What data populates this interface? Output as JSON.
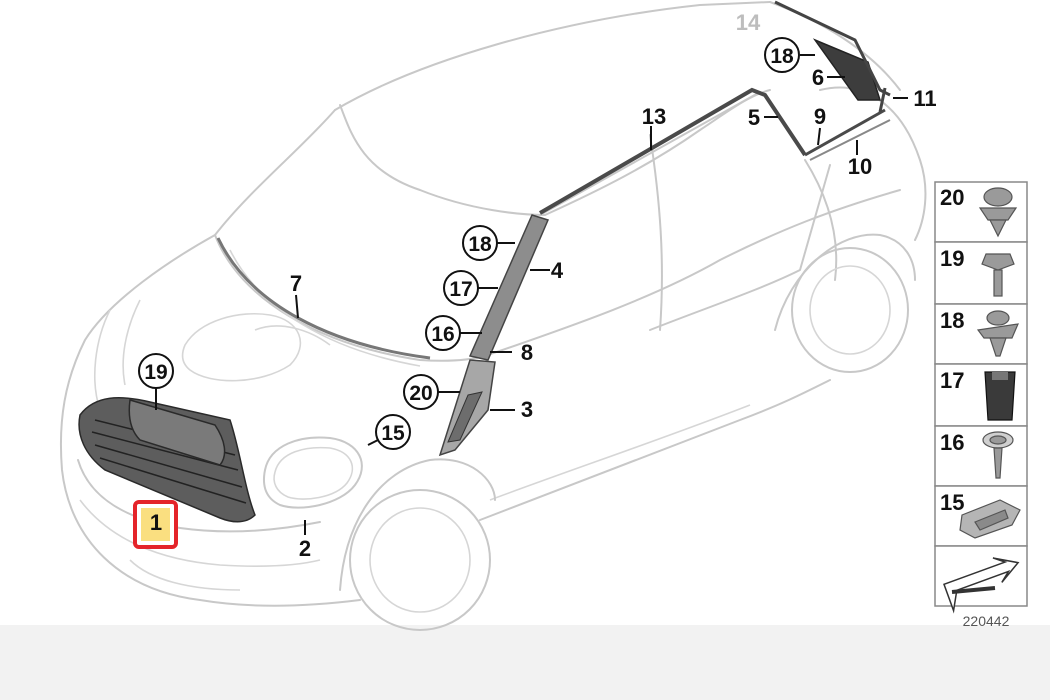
{
  "diagram": {
    "callouts": {
      "c1": "1",
      "c2": "2",
      "c3": "3",
      "c4": "4",
      "c5": "5",
      "c6": "6",
      "c7": "7",
      "c8": "8",
      "c9": "9",
      "c10": "10",
      "c11": "11",
      "c13": "13",
      "c14": "14",
      "c15": "15",
      "c16": "16",
      "c17": "17",
      "c18a": "18",
      "c18b": "18",
      "c19": "19",
      "c20": "20"
    },
    "highlight_color": "#e4242a",
    "highlight_fill": "#f5c518",
    "legend": {
      "items": [
        "20",
        "19",
        "18",
        "17",
        "16",
        "15"
      ],
      "figure_code": "220442"
    }
  }
}
